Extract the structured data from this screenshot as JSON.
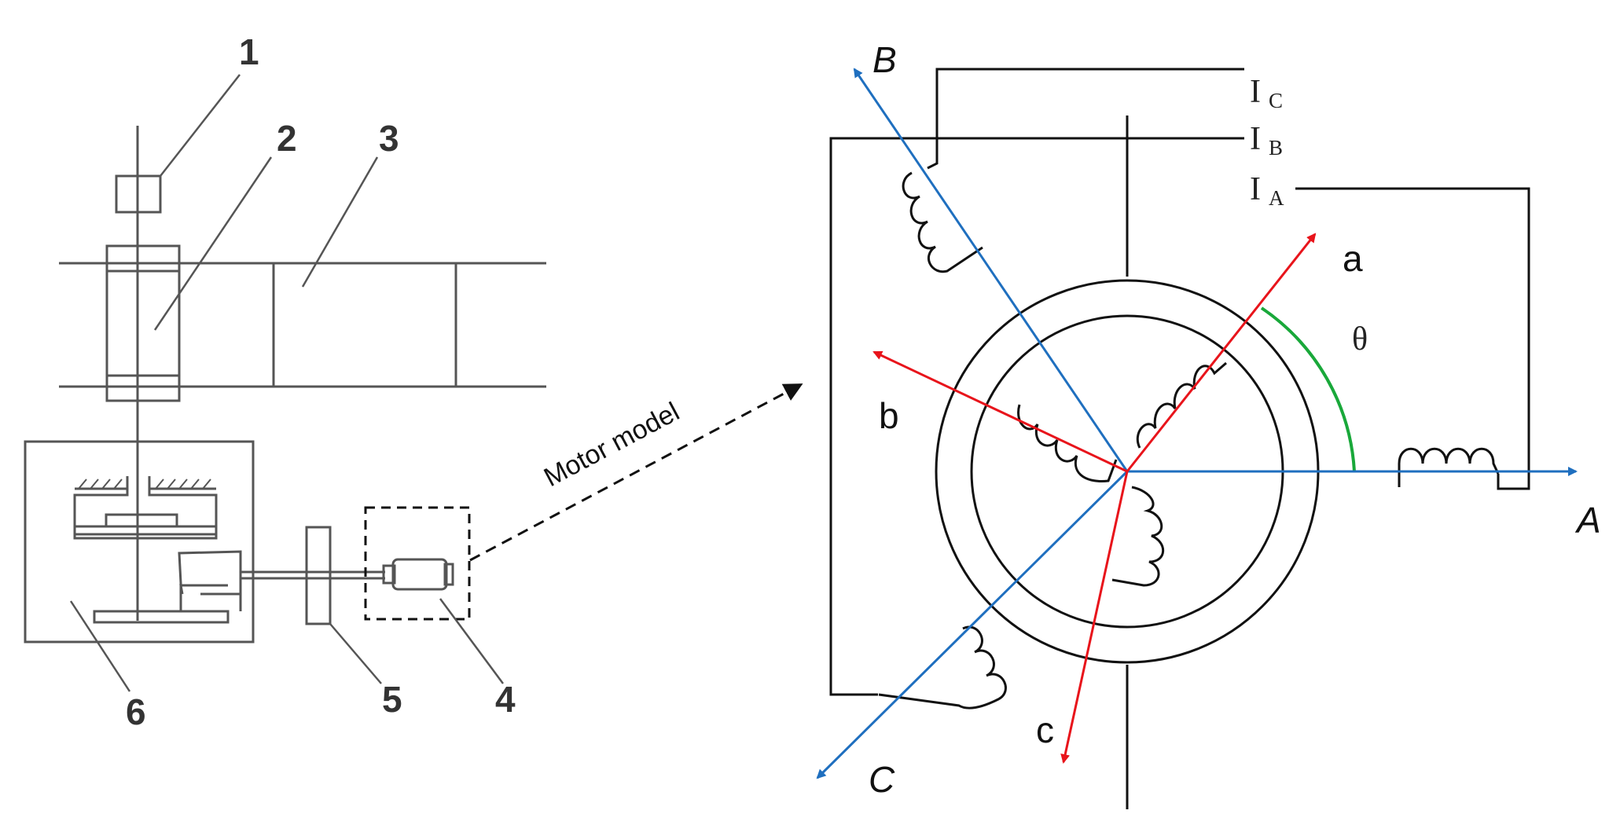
{
  "left_figure": {
    "callouts": [
      "1",
      "2",
      "3",
      "4",
      "5",
      "6"
    ]
  },
  "connector": {
    "label": "Motor model"
  },
  "right_figure": {
    "axis_labels": {
      "A": "A",
      "B": "B",
      "C": "C"
    },
    "rotor_labels": {
      "a": "a",
      "b": "b",
      "c": "c"
    },
    "currents": [
      {
        "base": "I",
        "sub": "C"
      },
      {
        "base": "I",
        "sub": "B"
      },
      {
        "base": "I",
        "sub": "A"
      }
    ],
    "angle_symbol": "θ",
    "colors": {
      "stator_axes": "#1f6fbf",
      "rotor_axes": "#e8141b",
      "angle_arc": "#19a83a",
      "wiring": "#111111"
    }
  }
}
